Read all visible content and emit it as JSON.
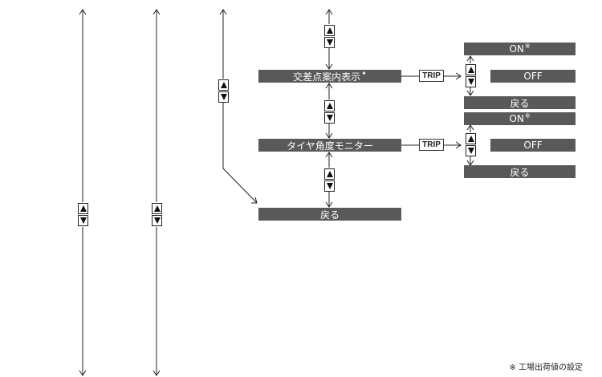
{
  "menu": {
    "intersection_guide": {
      "label": "交差点案内表示",
      "mark": "✦"
    },
    "tire_angle_monitor": {
      "label": "タイヤ角度モニター"
    },
    "back_main": {
      "label": "戻る"
    }
  },
  "submenu_1": {
    "on": {
      "label": "ON",
      "mark": "※"
    },
    "off": {
      "label": "OFF"
    },
    "back": {
      "label": "戻る"
    }
  },
  "submenu_2": {
    "on": {
      "label": "ON",
      "mark": "※"
    },
    "off": {
      "label": "OFF"
    },
    "back": {
      "label": "戻る"
    }
  },
  "buttons": {
    "trip": "TRIP"
  },
  "footnote": "※ 工場出荷値の設定",
  "colors": {
    "bar": "#595959",
    "line": "#222222",
    "text_on_bar": "#ffffff"
  }
}
